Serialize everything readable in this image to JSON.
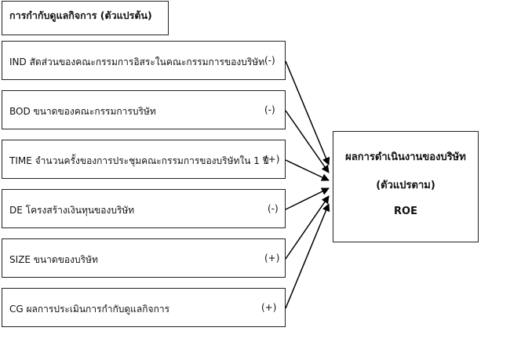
{
  "independent_header": "การกำกับดูแลกิจการ (ตัวแปรต้น)",
  "independent_variables": [
    {
      "label": "IND สัดส่วนของคณะกรรมการอิสระในคณะกรรมการของบริษัท",
      "sign": "(-)"
    },
    {
      "label": "BOD ขนาดของคณะกรรมการบริษัท",
      "sign": "(-)"
    },
    {
      "label": "TIME  จำนวนครั้งของการประชุมคณะกรรมการของบริษัทใน 1 ปี",
      "sign": "(+)"
    },
    {
      "label": "DE โครงสร้างเงินทุนของบริษัท",
      "sign": "(-)"
    },
    {
      "label": "SIZE ขนาดของบริษัท",
      "sign": "(+)"
    },
    {
      "label": "CG ผลการประเมินการกำกับดูแลกิจการ",
      "sign": "(+)"
    }
  ],
  "dependent": {
    "title": "ผลการดำเนินงานของบริษัท",
    "subtitle": "(ตัวแปรตาม)",
    "variable": "ROE"
  }
}
